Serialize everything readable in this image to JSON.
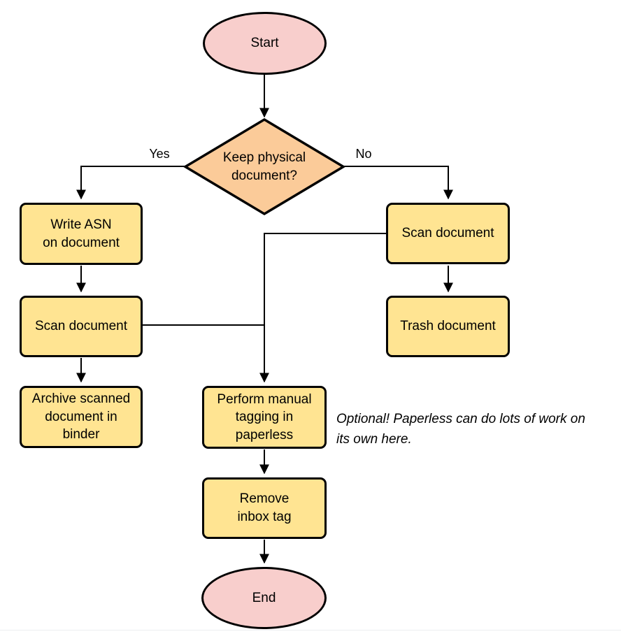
{
  "colors": {
    "terminal_fill": "#f8cecc",
    "decision_fill": "#fbcb99",
    "process_fill": "#ffe492",
    "stroke": "#000000"
  },
  "nodes": {
    "start": {
      "label": "Start"
    },
    "decision": {
      "label": "Keep physical\ndocument?"
    },
    "write_asn": {
      "label": "Write ASN\non document"
    },
    "scan_left": {
      "label": "Scan document"
    },
    "archive": {
      "label": "Archive scanned\ndocument in\nbinder"
    },
    "scan_right": {
      "label": "Scan document"
    },
    "trash": {
      "label": "Trash document"
    },
    "perform_tagging": {
      "label": "Perform manual\ntagging in\npaperless"
    },
    "remove_inbox": {
      "label": "Remove\ninbox tag"
    },
    "end": {
      "label": "End"
    }
  },
  "edge_labels": {
    "yes": "Yes",
    "no": "No"
  },
  "note": {
    "text": "Optional! Paperless can do lots of work on\nits own here."
  }
}
